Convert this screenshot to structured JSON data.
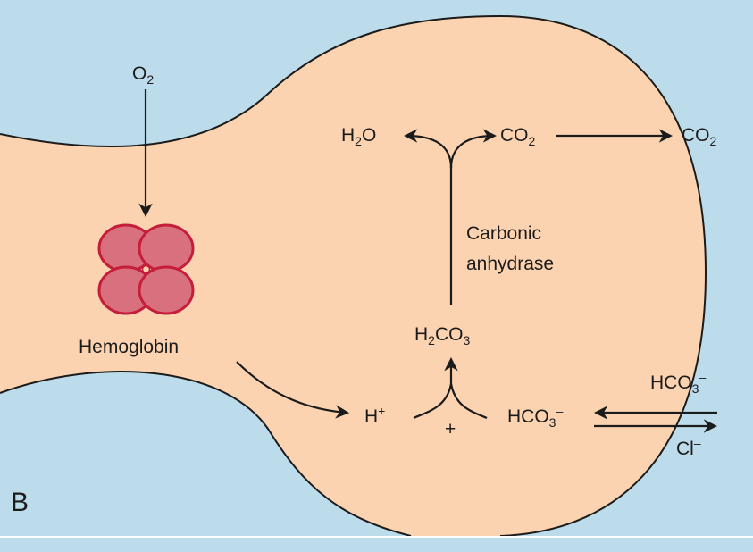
{
  "panel_letter": "B",
  "labels": {
    "o2_top": {
      "base": "O",
      "sub": "2"
    },
    "hemoglobin": "Hemoglobin",
    "h2o": {
      "p1": "H",
      "sub": "2",
      "p2": "O"
    },
    "co2_inner": {
      "base": "CO",
      "sub": "2"
    },
    "co2_outer": {
      "base": "CO",
      "sub": "2"
    },
    "enzyme_line1": "Carbonic",
    "enzyme_line2": "anhydrase",
    "h2co3": {
      "p1": "H",
      "sub1": "2",
      "p2": "CO",
      "sub2": "3"
    },
    "h_plus": {
      "base": "H",
      "sup": "+"
    },
    "plus_sign": "+",
    "hco3_inner": {
      "base": "HCO",
      "sub": "3",
      "sup": "–"
    },
    "hco3_outer": {
      "base": "HCO",
      "sub": "3",
      "sup": "–"
    },
    "chloride": {
      "base": "Cl",
      "sup": "–"
    }
  },
  "colors": {
    "background": "#BDDCEB",
    "cell_fill": "#FCD3B0",
    "hemoglobin_fill": "#D9707E",
    "hemoglobin_stroke": "#C41E3A",
    "arrow": "#1b1b1b"
  }
}
